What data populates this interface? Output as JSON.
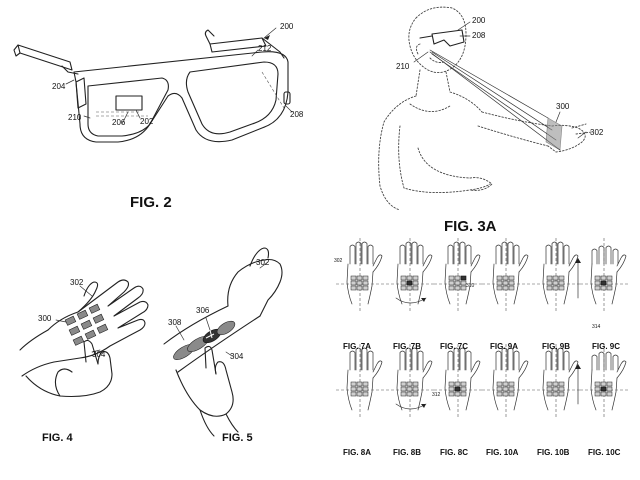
{
  "figures": {
    "fig2": {
      "caption": "FIG. 2",
      "refs": {
        "r200": "200",
        "r212": "212",
        "r204": "204",
        "r210": "210",
        "r206": "206",
        "r202": "202",
        "r208": "208"
      }
    },
    "fig3a": {
      "caption": "FIG. 3A",
      "refs": {
        "r200": "200",
        "r208": "208",
        "r210": "210",
        "r300": "300",
        "r302": "302"
      }
    },
    "fig4": {
      "caption": "FIG. 4",
      "refs": {
        "r302": "302",
        "r300": "300",
        "r304": "304"
      }
    },
    "fig5": {
      "caption": "FIG. 5",
      "refs": {
        "r302": "302",
        "r306": "306",
        "r308": "308",
        "r304": "304"
      }
    },
    "grid_row1": [
      "FIG. 7A",
      "FIG. 7B",
      "FIG. 7C",
      "FIG. 9A",
      "FIG. 9B",
      "FIG. 9C"
    ],
    "grid_row2": [
      "FIG. 8A",
      "FIG. 8B",
      "FIG. 8C",
      "FIG. 10A",
      "FIG. 10B",
      "FIG. 10C"
    ],
    "grid_refs": {
      "r302": "302",
      "r310": "310",
      "r312": "312",
      "r314": "314"
    }
  }
}
